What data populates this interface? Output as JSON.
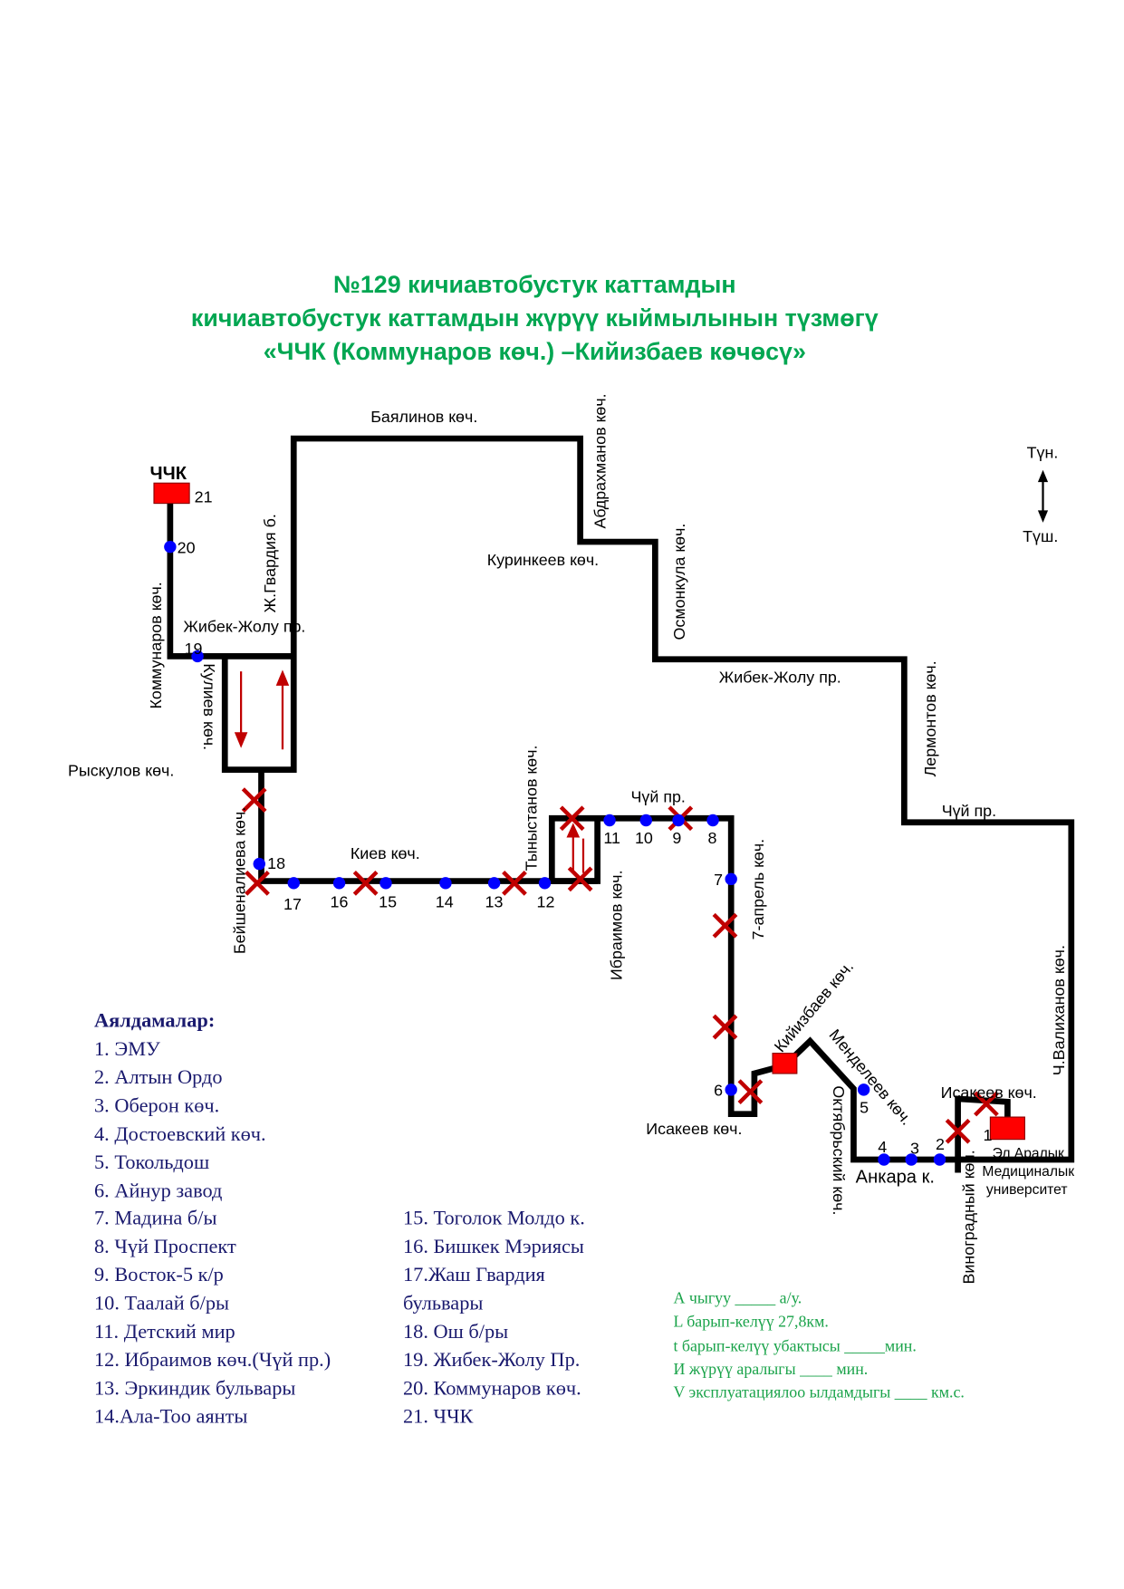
{
  "title": [
    "№129 кичиавтобустук каттамдын",
    "кичиавтобустук  каттамдын  жүрүү  кыймылынын  түзмөгү",
    "«ЧЧК (Коммунаров көч.) –Кийизбаев көчөсү»"
  ],
  "streets": {
    "bayalinov": "Баялинов көч.",
    "abdrakhmanov": "Абдрахманов көч.",
    "kurinkeev": "Куринкеев көч.",
    "osmonkul": "Осмонкула көч.",
    "zhibek1": "Жибек-Жолу пр.",
    "zhibek2": "Жибек-Жолу пр.",
    "lermontov": "Лермонтов көч.",
    "chuy1": "Чүй пр.",
    "chuy2": "Чүй пр.",
    "valikhanov": "Ч.Валиханов көч.",
    "kommunarov": "Коммунаров көч.",
    "gvardia": "Ж.Гвардия б.",
    "kuliev": "Кулиев көч.",
    "ryskulov": "Рыскулов көч.",
    "beyshenalieva": "Бейшеналиева көч.",
    "kiev": "Киев көч.",
    "tynystanov": "Тыныстанов көч.",
    "ibraimov": "Ибраимов көч.",
    "aprel": "7-апрель көч.",
    "kiyizbaev": "Кийизбаев көч.",
    "mendeleev": "Менделеев көч.",
    "oktyabr": "Октябрьский көч.",
    "isakeev1": "Исакеев көч.",
    "isakeev2": "Исакеев көч.",
    "ankara": "Анкара к.",
    "vinogradny": "Виноградный көч.",
    "university1": "Эл Аралык",
    "university2": "Медициналык",
    "university3": "университет",
    "chchk": "ЧЧК"
  },
  "compass": {
    "north": "Түн.",
    "south": "Түш."
  },
  "stop_numbers": [
    "1",
    "2",
    "3",
    "4",
    "5",
    "6",
    "7",
    "8",
    "9",
    "10",
    "11",
    "12",
    "13",
    "14",
    "15",
    "16",
    "17",
    "18",
    "19",
    "20",
    "21"
  ],
  "legend": {
    "heading": "Аялдамалар:",
    "items": [
      "1. ЭМУ",
      "2. Алтын Ордо",
      "3. Оберон көч.",
      "4. Достоевский көч.",
      "5. Токольдош",
      "6. Айнур завод",
      "7. Мадина б/ы",
      "8. Чүй Проспект",
      "9. Восток-5 к/р",
      "10. Таалай б/ры",
      "11. Детский мир",
      "12. Ибраимов көч.(Чүй пр.)",
      "13. Эркиндик бульвары",
      "14.Ала-Тоо аянты",
      "15. Тоголок Молдо к.",
      "16. Бишкек Мэриясы",
      "17.Жаш Гвардия",
      "бульвары",
      "18. Ош б/ры",
      "19. Жибек-Жолу Пр.",
      "20. Коммунаров көч.",
      "21. ЧЧК"
    ]
  },
  "params": [
    "А чыгуу   _____ а/у.",
    "L барып-келүү  27,8км.",
    "t барып-келүү убактысы _____мин.",
    "И жүрүү аралыгы ____    мин.",
    "V эксплуатациялоо ылдамдыгы ____ км.с."
  ],
  "colors": {
    "title": "#00a651",
    "stop": "#0000ff",
    "closed": "#c00000",
    "terminal": "#ff0000"
  }
}
